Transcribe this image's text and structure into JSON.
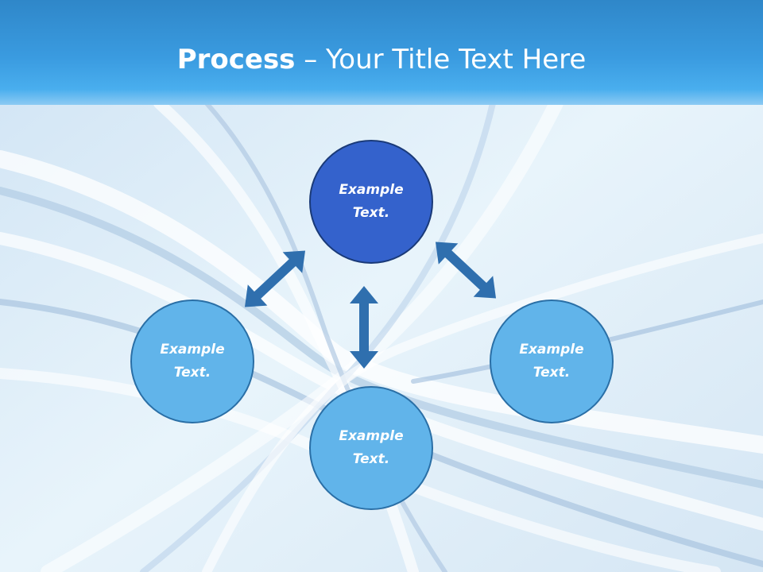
{
  "slide": {
    "title_bold": "Process",
    "title_rest": " – Your Title Text Here"
  },
  "nodes": [
    {
      "line1": "Example",
      "line2": "Text."
    },
    {
      "line1": "Example",
      "line2": "Text."
    },
    {
      "line1": "Example",
      "line2": "Text."
    },
    {
      "line1": "Example",
      "line2": "Text."
    }
  ],
  "colors": {
    "title_bar": "#3a9be0",
    "primary_node": "#3462cc",
    "secondary_node": "#61b4ea",
    "arrow": "#2f6fae"
  }
}
